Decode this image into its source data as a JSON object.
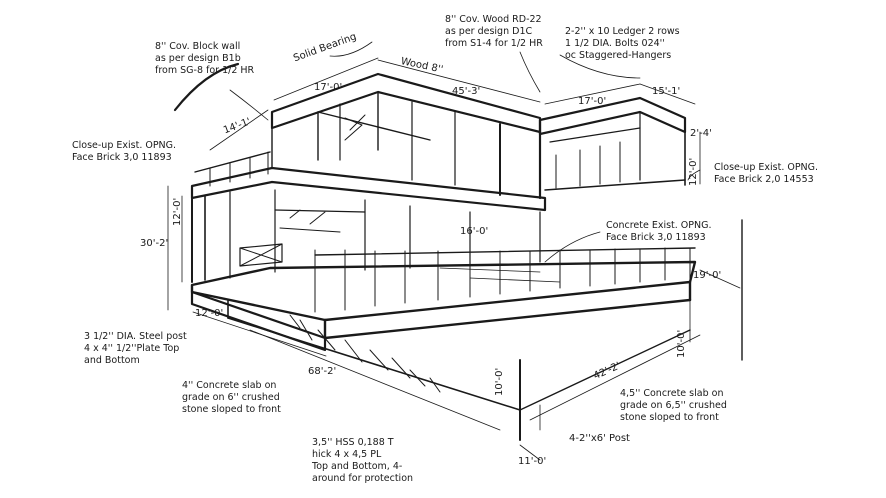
{
  "notes": {
    "block_wall": "8'' Cov. Block wall\nas per design B1b\nfrom SG-8 for 1/2 HR",
    "wood_rd": "8'' Cov. Wood RD-22\nas per design D1C\nfrom S1-4 for 1/2 HR",
    "ledger": "2-2'' x 10 Ledger 2 rows\n1 1/2 DIA. Bolts 024''\noc Staggered-Hangers",
    "solid_bearing": "Solid Bearing",
    "wood_8": "Wood 8''",
    "closeup_left": "Close-up Exist. OPNG.\nFace Brick 3,0 11893",
    "closeup_right": "Close-up Exist. OPNG.\nFace Brick 2,0 14553",
    "concrete_exist": "Concrete Exist. OPNG.\nFace Brick 3,0 11893",
    "steel_post": "3 1/2'' DIA. Steel post\n4 x 4'' 1/2''Plate Top\nand Bottom",
    "slab_left": "4'' Concrete slab on\ngrade on 6'' crushed\nstone sloped to front",
    "slab_right": "4,5'' Concrete slab on\ngrade on 6,5'' crushed\nstone sloped to front",
    "hss": "3,5'' HSS 0,188 T\nhick 4 x 4,5 PL\nTop and Bottom, 4-\naround for protection",
    "post": "4-2''x6' Post"
  },
  "dimensions": {
    "d17a": "17'-0'",
    "d45": "45'-3'",
    "d17b": "17'-0'",
    "d15": "15'-1'",
    "d14": "14'-1'",
    "d2_4": "2'-4'",
    "d12a": "12'-0'",
    "d12b": "12'-0'",
    "d30": "30'-2'",
    "d16": "16'-0'",
    "d19": "19'-0'",
    "d12c": "12'-0'",
    "d68": "68'-2'",
    "d10a": "10'-0'",
    "d42": "42'-2'",
    "d10b": "10'-0'",
    "d11": "11'-0'"
  }
}
